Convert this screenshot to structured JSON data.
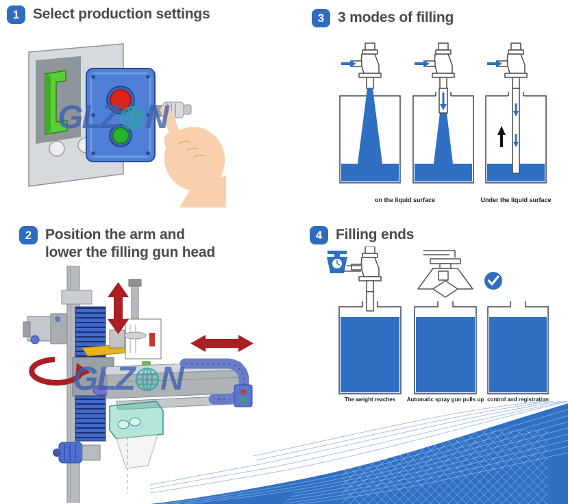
{
  "steps": {
    "step1": {
      "number": "1",
      "title": "Select production settings"
    },
    "step2": {
      "number": "2",
      "title_line1": "Position the arm and",
      "title_line2": "lower the filling gun head"
    },
    "step3": {
      "number": "3",
      "title": "3 modes of filling"
    },
    "step4": {
      "number": "4",
      "title": "Filling ends"
    }
  },
  "filling_modes": {
    "captions": [
      {
        "label": "on the liquid surface"
      },
      {
        "label": "Under the liquid surface"
      }
    ]
  },
  "filling_ends": {
    "captions": [
      {
        "label": "The weight reaches"
      },
      {
        "label": "Automatic spray gun pulls up"
      },
      {
        "label": "control and registration"
      }
    ]
  },
  "watermark": {
    "before_globe": "GLZ",
    "after_globe": "N"
  },
  "colors": {
    "step_badge_blue": "#2e6cc0",
    "liquid_blue": "#2f6fc4",
    "swoosh_blue": "#2f70c5",
    "watermark_blue": "#3c5fae",
    "globe_teal": "#2aa79f",
    "arrow_red": "#ab1e23",
    "stop_button_red": "#e02117",
    "start_button_green": "#27b42c"
  }
}
